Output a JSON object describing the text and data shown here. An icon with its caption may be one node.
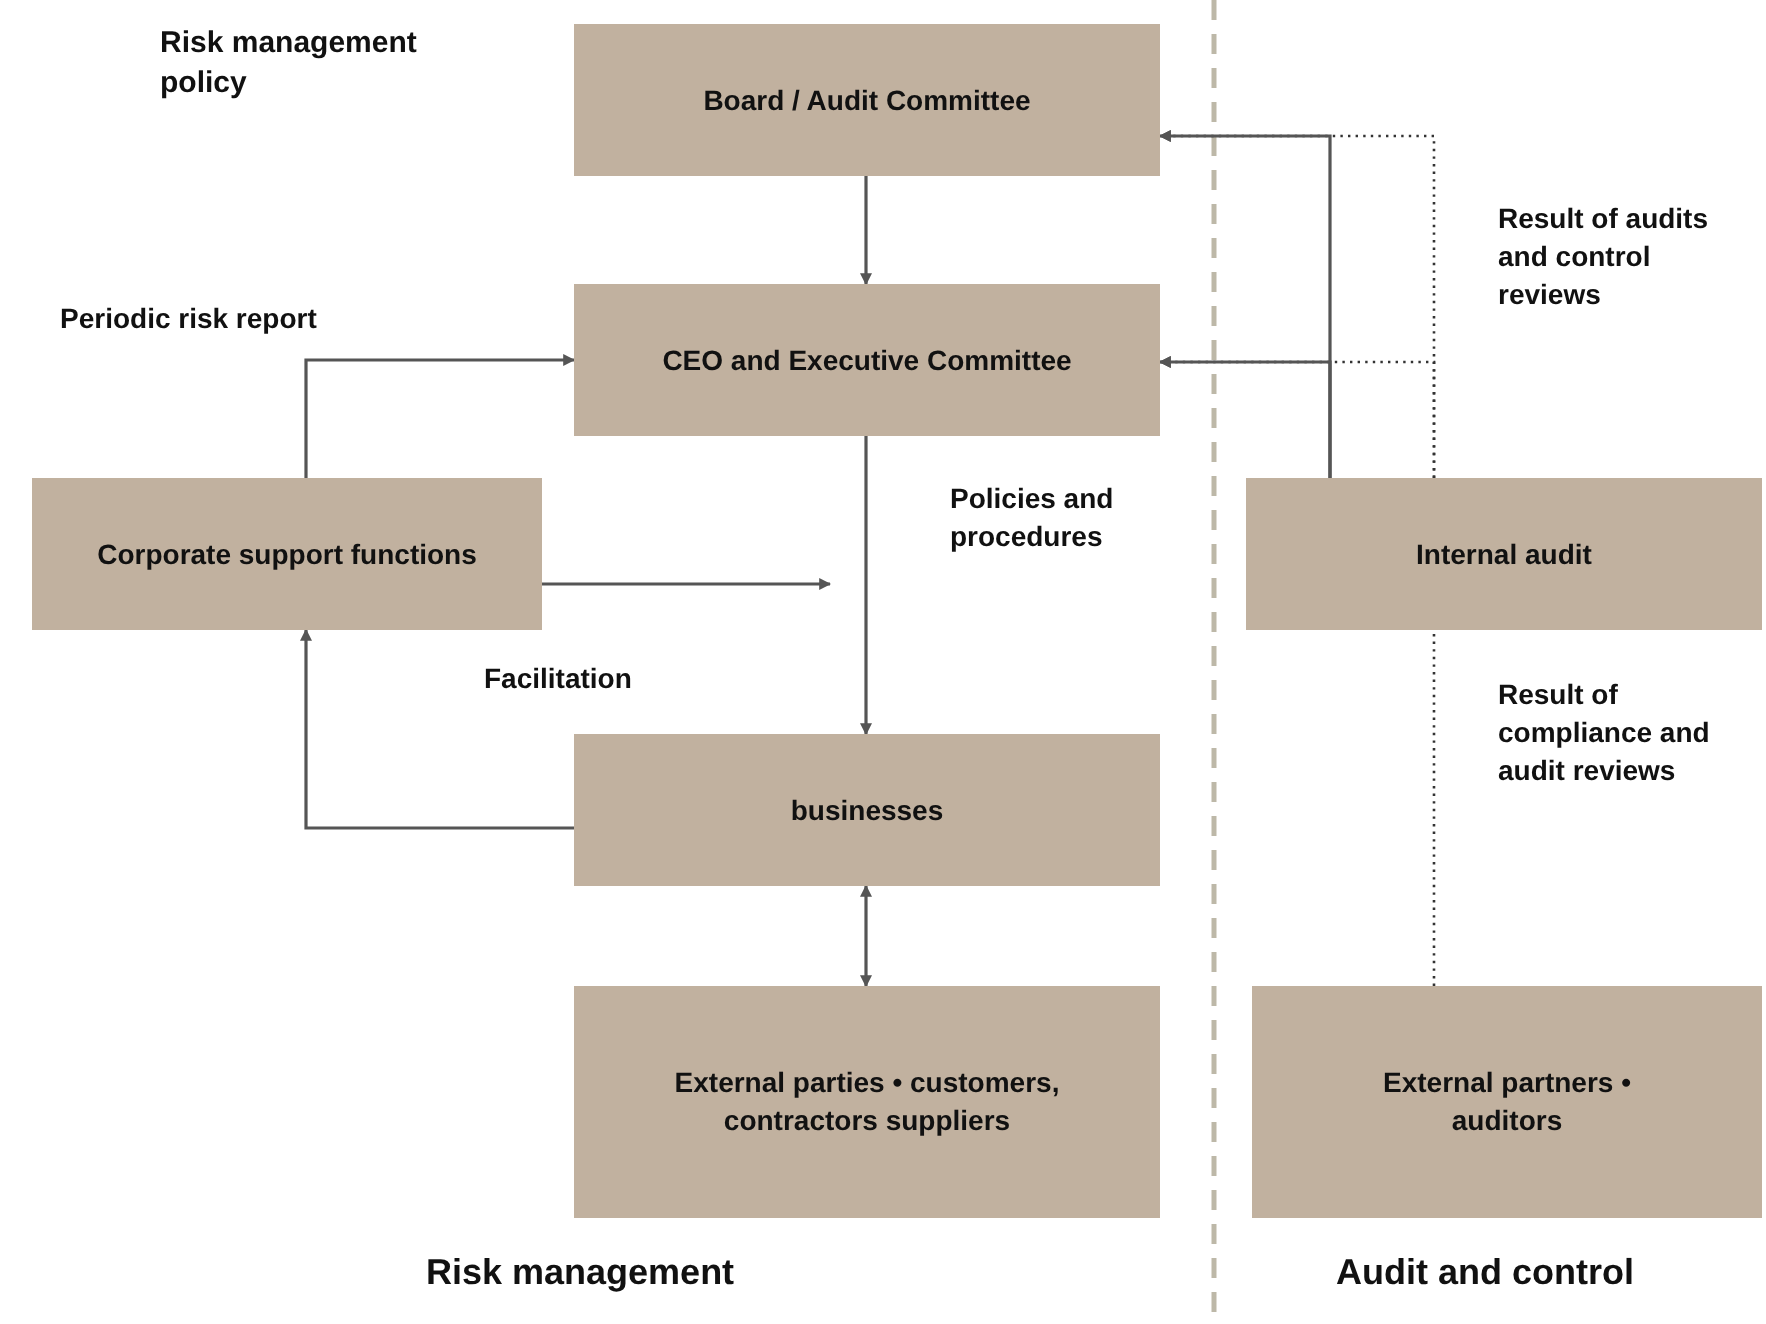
{
  "diagram": {
    "nodes": [
      {
        "text": [
          "Board / Audit Committee"
        ]
      },
      {
        "text": [
          "CEO and Executive Committee"
        ]
      },
      {
        "text": [
          "Corporate support functions"
        ]
      },
      {
        "text": [
          "Internal audit"
        ]
      },
      {
        "text": [
          "businesses"
        ]
      },
      {
        "text": [
          "External parties • customers, contractors suppliers"
        ]
      },
      {
        "text": [
          "External partners • auditors"
        ]
      }
    ],
    "edges": [
      {
        "from": 0,
        "to": 1,
        "arrow": "to"
      },
      {
        "from": 2,
        "to": 1,
        "arrow": "to",
        "label": "Periodic risk report"
      },
      {
        "from": 1,
        "to": 4,
        "arrow": "to",
        "label": "Policies and procedures"
      },
      {
        "from": 2,
        "to": null,
        "arrow": "to",
        "label": "Facilitation"
      },
      {
        "from": 4,
        "to": 2,
        "arrow": "to"
      },
      {
        "from": 4,
        "to": 5,
        "arrow": "both"
      },
      {
        "from": 3,
        "to": 0,
        "arrow": "to"
      },
      {
        "from": 3,
        "to": 1,
        "arrow": "to"
      },
      {
        "from": 6,
        "to": 3,
        "arrow": "none",
        "style": "dashed",
        "color": "#333333",
        "label": "Result of compliance and audit reviews"
      },
      {
        "from": 3,
        "to": 0,
        "arrow": "to",
        "style": "dashed",
        "color": "#333333",
        "label": "Result of audits and control reviews"
      },
      {
        "from": 3,
        "to": 1,
        "arrow": "to",
        "style": "dashed",
        "color": "#333333"
      }
    ],
    "labels": [
      "Risk management policy",
      "Risk management",
      "Audit and control"
    ]
  }
}
